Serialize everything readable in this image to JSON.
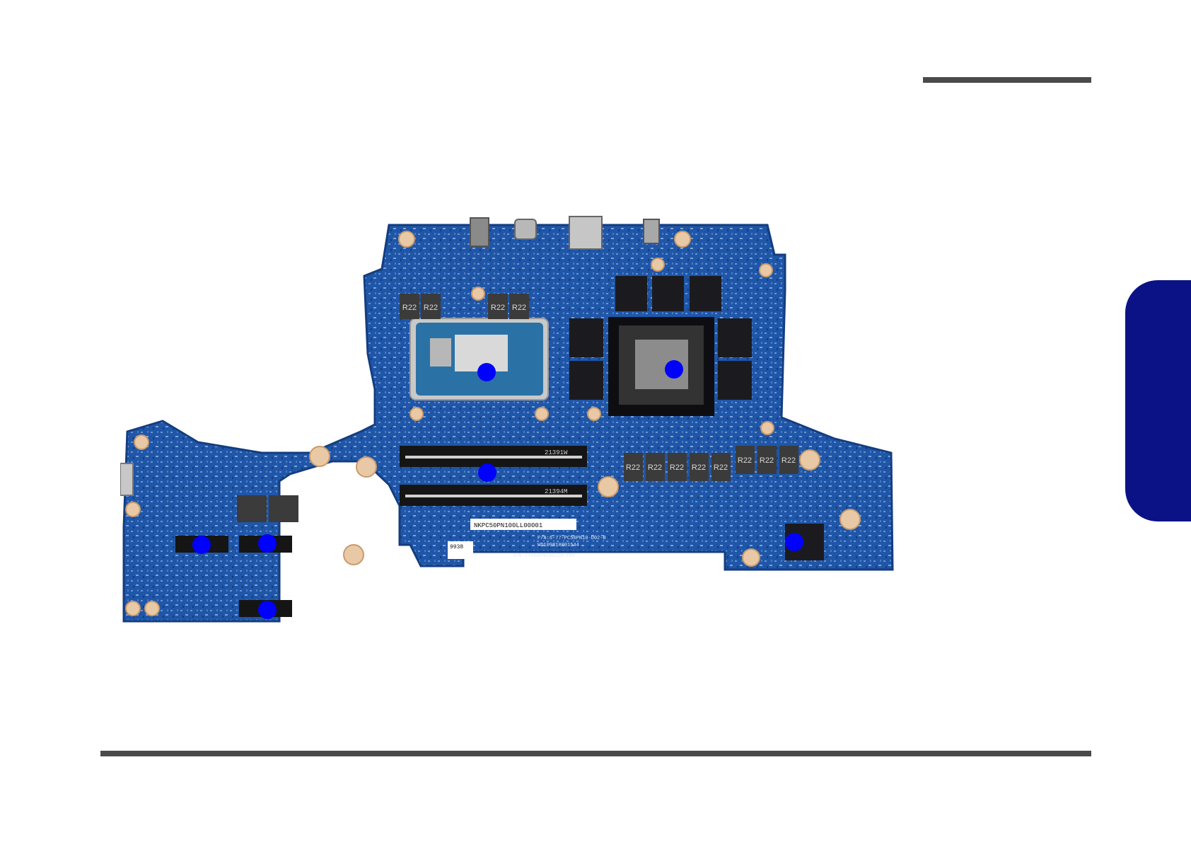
{
  "colors": {
    "page_background": "#ffffff",
    "rule": "#4a4a4a",
    "side_tab": "#0b1286",
    "pcb": "#1f56a8",
    "pcb_dark": "#143d7f",
    "chip": "#1b1b1f",
    "marker": "#0000ff",
    "pad": "#e9c9a5"
  },
  "board": {
    "components": [
      {
        "name": "cpu",
        "icon": "processor-icon"
      },
      {
        "name": "gpu",
        "icon": "graphics-chip-icon"
      },
      {
        "name": "memory-slots",
        "icon": "memory-slot-icon"
      },
      {
        "name": "m2-slot-a",
        "icon": "m2-slot-icon"
      },
      {
        "name": "m2-slot-b",
        "icon": "m2-slot-icon"
      },
      {
        "name": "m2-slot-c",
        "icon": "m2-slot-icon"
      },
      {
        "name": "controller-chip",
        "icon": "chip-icon"
      }
    ],
    "inductor_label": "R22",
    "dimm_labels": [
      "21391W",
      "21394M"
    ],
    "silk_barcode": "NKPC50PN100LL00001",
    "silk_lines": [
      "S/N:1T05GPN190120 TPV",
      "WD109810001544",
      "P/N:6-77-PC50PN10-D02-B"
    ],
    "sticker": "9938"
  }
}
